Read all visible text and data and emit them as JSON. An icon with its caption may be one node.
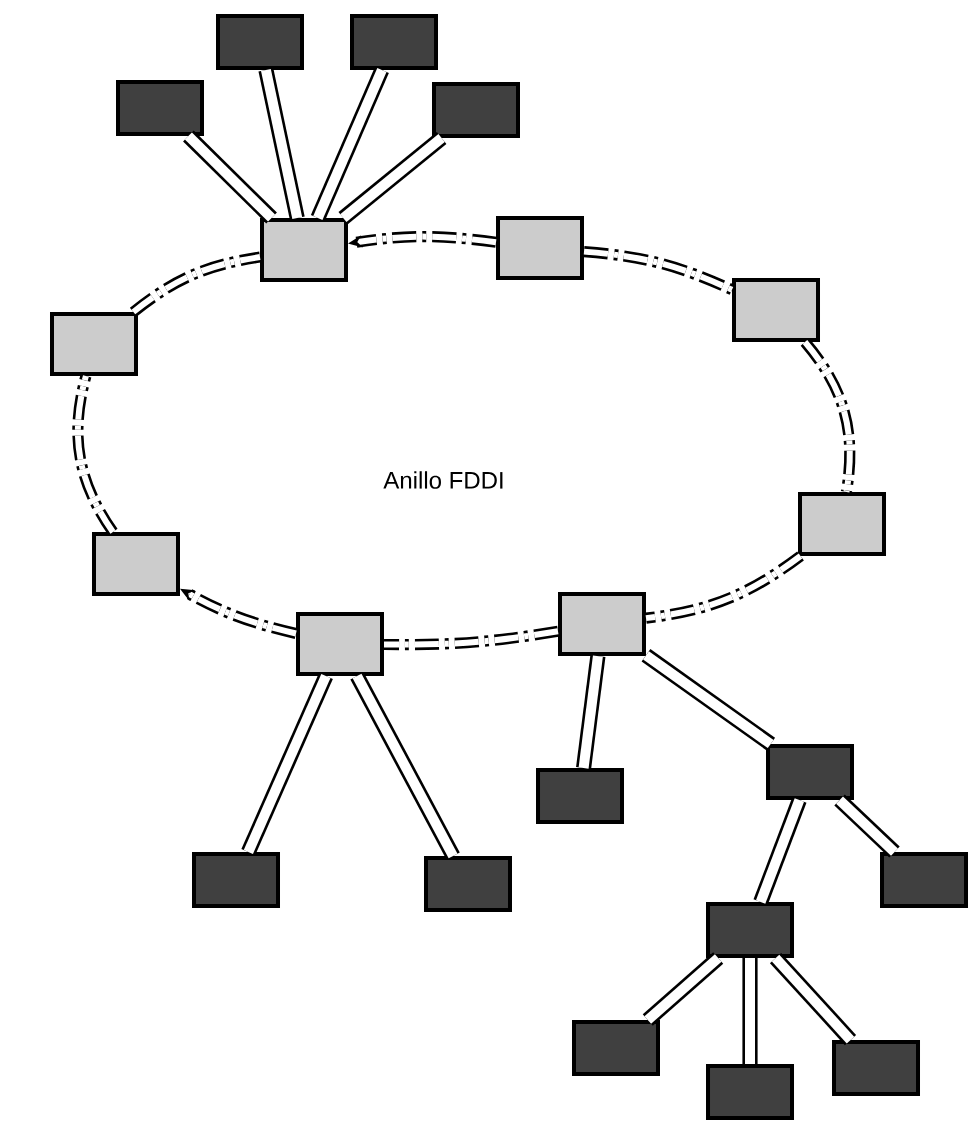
{
  "diagram": {
    "nodes": [
      {
        "text": [],
        "shape": "box"
      },
      {
        "text": [],
        "shape": "box"
      },
      {
        "text": [],
        "shape": "box"
      },
      {
        "text": [],
        "shape": "box"
      },
      {
        "text": [],
        "shape": "box"
      },
      {
        "text": [],
        "shape": "box"
      },
      {
        "text": [],
        "shape": "box"
      },
      {
        "text": [],
        "shape": "box"
      },
      {
        "text": [],
        "shape": "box"
      },
      {
        "text": [],
        "shape": "box"
      },
      {
        "text": [],
        "shape": "box"
      },
      {
        "text": [],
        "shape": "box"
      },
      {
        "text": [],
        "shape": "box"
      },
      {
        "text": [],
        "shape": "box"
      },
      {
        "text": [],
        "shape": "box"
      },
      {
        "text": [],
        "shape": "box"
      },
      {
        "text": [],
        "shape": "box"
      },
      {
        "text": [],
        "shape": "box"
      },
      {
        "text": [],
        "shape": "box"
      },
      {
        "text": [],
        "shape": "box"
      },
      {
        "text": [],
        "shape": "box"
      }
    ],
    "edges": [
      {
        "from": 1,
        "to": 0,
        "arrow": "to",
        "style": "dashed"
      },
      {
        "from": 1,
        "to": 2,
        "arrow": "none",
        "style": "dashed"
      },
      {
        "from": 2,
        "to": 4,
        "arrow": "none",
        "style": "dashed"
      },
      {
        "from": 4,
        "to": 7,
        "arrow": "none",
        "style": "dashed"
      },
      {
        "from": 7,
        "to": 6,
        "arrow": "none",
        "style": "dashed"
      },
      {
        "from": 6,
        "to": 5,
        "arrow": "to",
        "style": "dashed"
      },
      {
        "from": 5,
        "to": 3,
        "arrow": "none",
        "style": "dashed"
      },
      {
        "from": 3,
        "to": 0,
        "arrow": "none",
        "style": "dashed"
      },
      {
        "from": 0,
        "to": 8,
        "arrow": "none"
      },
      {
        "from": 0,
        "to": 9,
        "arrow": "none"
      },
      {
        "from": 0,
        "to": 10,
        "arrow": "none"
      },
      {
        "from": 0,
        "to": 11,
        "arrow": "none"
      },
      {
        "from": 6,
        "to": 12,
        "arrow": "none"
      },
      {
        "from": 6,
        "to": 13,
        "arrow": "none"
      },
      {
        "from": 7,
        "to": 14,
        "arrow": "none"
      },
      {
        "from": 7,
        "to": 15,
        "arrow": "none"
      },
      {
        "from": 15,
        "to": 16,
        "arrow": "none"
      },
      {
        "from": 15,
        "to": 17,
        "arrow": "none"
      },
      {
        "from": 17,
        "to": 18,
        "arrow": "none"
      },
      {
        "from": 17,
        "to": 19,
        "arrow": "none"
      },
      {
        "from": 17,
        "to": 20,
        "arrow": "none"
      }
    ],
    "labels": [
      "Anillo FDDI"
    ]
  }
}
